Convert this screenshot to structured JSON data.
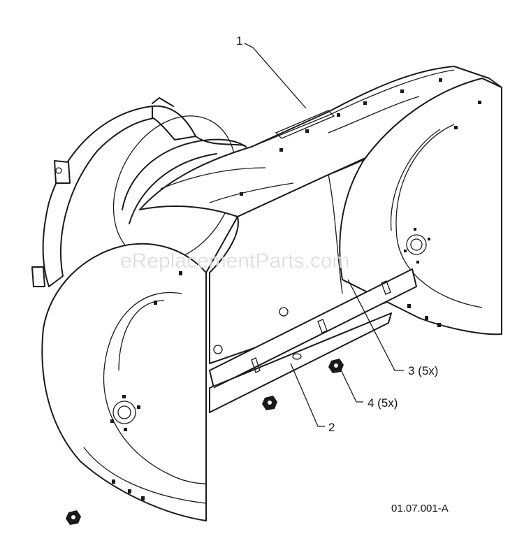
{
  "diagram": {
    "watermark": "eReplacementParts.com",
    "reference_code": "01.07.001-A",
    "callouts": [
      {
        "id": "1",
        "label": "1"
      },
      {
        "id": "2",
        "label": "2"
      },
      {
        "id": "3",
        "label": "3 (5x)"
      },
      {
        "id": "4",
        "label": "4 (5x)"
      }
    ]
  }
}
